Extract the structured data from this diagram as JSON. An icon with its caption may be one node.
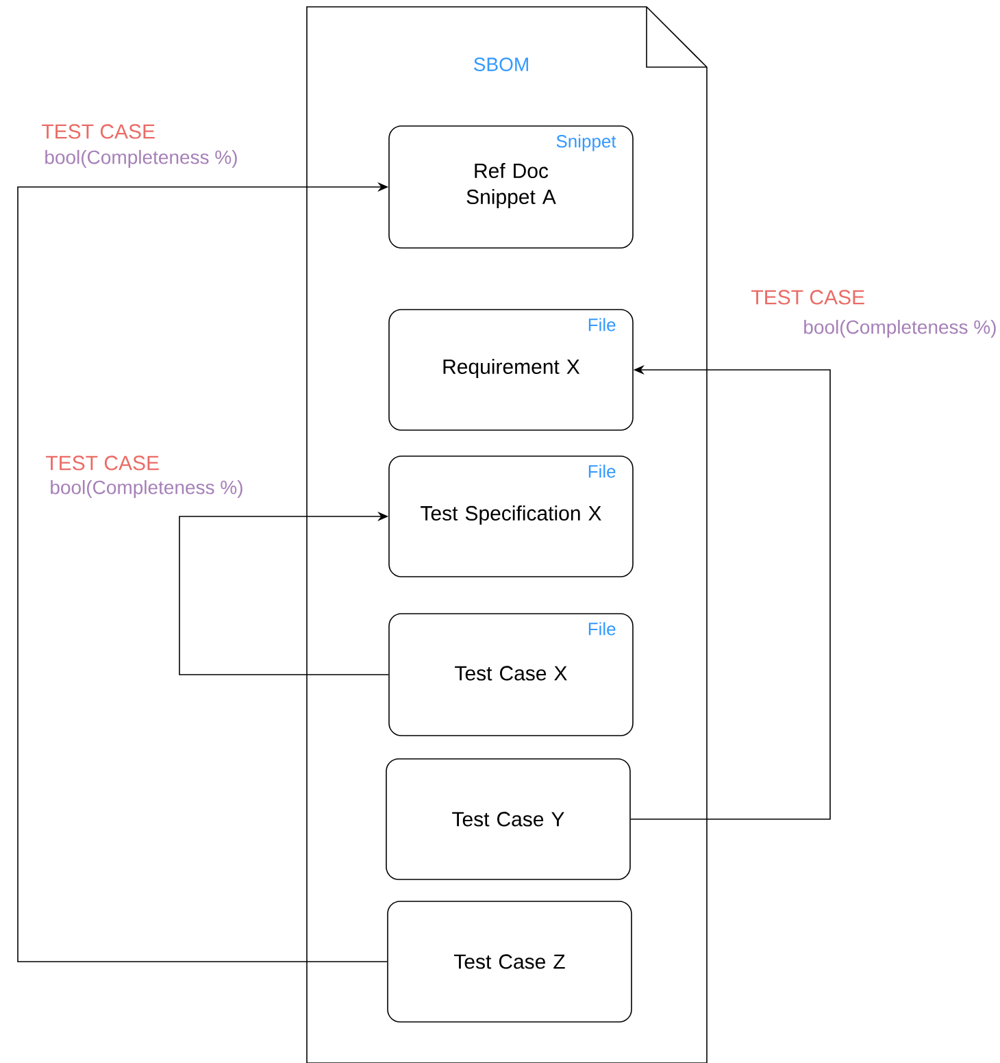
{
  "diagram": {
    "nodes": [
      {
        "text": [
          "SBOM"
        ]
      },
      {
        "text": [
          "Snippet",
          "Ref Doc Snippet A"
        ],
        "in": 0
      },
      {
        "text": [
          "File",
          "Requirement X"
        ],
        "in": 0
      },
      {
        "text": [
          "File",
          "Test Specification X"
        ],
        "in": 0
      },
      {
        "text": [
          "File",
          "Test Case X"
        ],
        "in": 0
      },
      {
        "text": [
          "Test Case Y"
        ],
        "in": 0
      },
      {
        "text": [
          "Test Case Z"
        ],
        "in": 0
      }
    ],
    "edges": [
      {
        "from": 6,
        "to": 1,
        "arrow": "to",
        "label": "TEST CASE"
      },
      {
        "from": 5,
        "to": 2,
        "arrow": "to",
        "label": "TEST CASE"
      },
      {
        "from": 4,
        "to": 3,
        "arrow": "to",
        "label": "TEST CASE"
      }
    ],
    "labels": [
      "bool(Completeness %)",
      "bool(Completeness %)",
      "bool(Completeness %)"
    ]
  }
}
